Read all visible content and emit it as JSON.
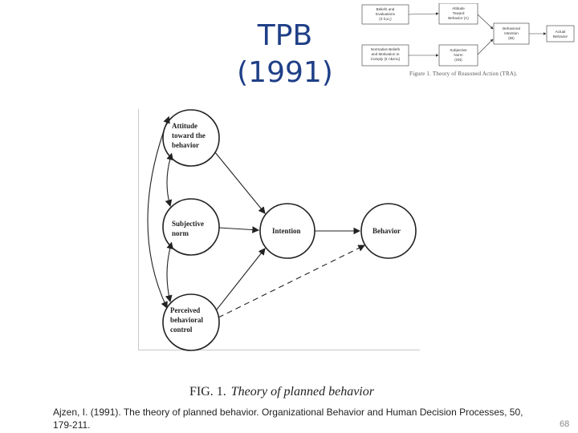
{
  "slide": {
    "title_line1": "TPB",
    "title_line2": "(1991)",
    "citation": "Ajzen, I. (1991). The theory of planned behavior. Organizational Behavior and Human Decision Processes, 50, 179-211.",
    "page_number": "68"
  },
  "tra_figure": {
    "boxes": {
      "beliefs_evaluations": [
        "Beliefs and",
        "Evaluations",
        "(Σ b₁e₁)"
      ],
      "normative_beliefs": [
        "Normative Beliefs",
        "and Motivation to",
        "Comply (Σ nbᵢmcᵢ)"
      ],
      "attitude": [
        "Attitude",
        "Toward",
        "Behavior (A)"
      ],
      "subjective_norm": [
        "Subjective",
        "Norm",
        "(SN)"
      ],
      "intention": [
        "Behavioral",
        "Intention",
        "(BI)"
      ],
      "behavior": [
        "Actual",
        "Behavior"
      ]
    },
    "caption": "Figure 1.  Theory of Reasoned Action (TRA)."
  },
  "tpb_diagram": {
    "nodes": {
      "attitude": [
        "Attitude",
        "toward the",
        "behavior"
      ],
      "subjective_norm": [
        "Subjective",
        "norm"
      ],
      "perceived_control": [
        "Perceived",
        "behavioral",
        "control"
      ],
      "intention": [
        "Intention"
      ],
      "behavior": [
        "Behavior"
      ]
    },
    "caption_label": "FIG. 1.",
    "caption_title": "Theory of planned behavior"
  },
  "colors": {
    "title": "#1f3f87",
    "ink": "#222222"
  }
}
